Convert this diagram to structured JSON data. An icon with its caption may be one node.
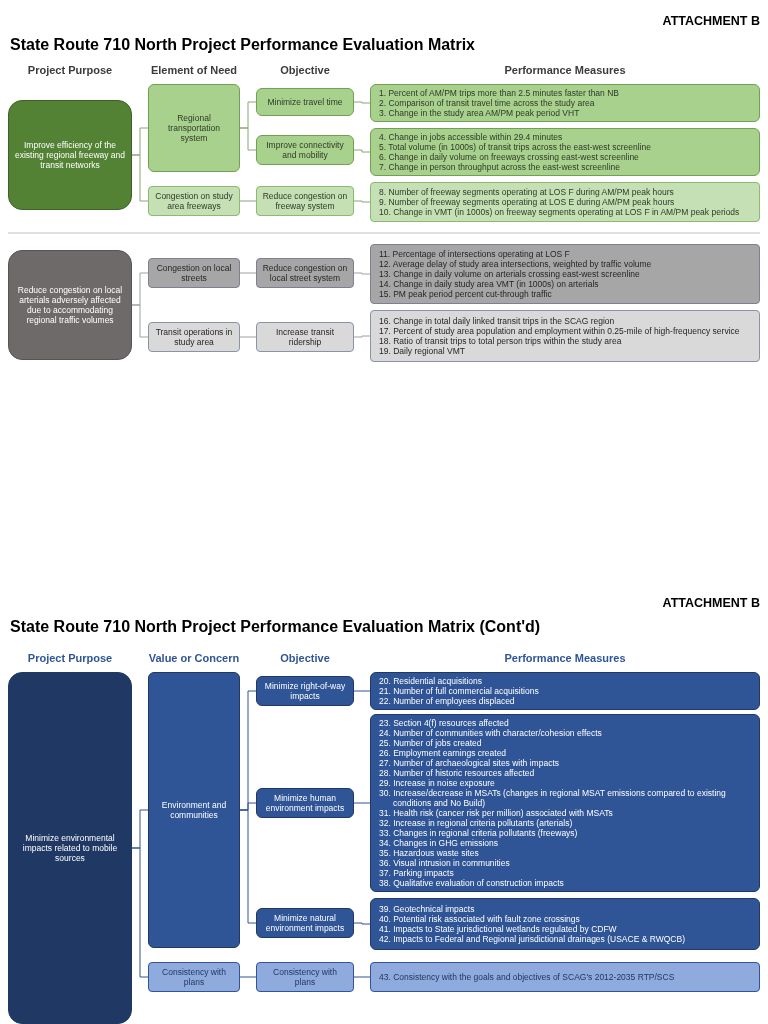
{
  "diagram": {
    "title": "State Route 710 North Project Performance Evaluation Matrix",
    "nodes": [
      {
        "text": [
          "Improve efficiency of the existing regional freeway and transit networks"
        ]
      },
      {
        "text": [
          "Regional transportation system"
        ]
      },
      {
        "text": [
          "Congestion on study area freeways"
        ]
      },
      {
        "text": [
          "Minimize travel time"
        ]
      },
      {
        "text": [
          "Improve connectivity and mobility"
        ]
      },
      {
        "text": [
          "Reduce congestion on freeway system"
        ]
      },
      {
        "text": [
          "1. Percent of AM/PM trips more than 2.5 minutes faster than NB",
          "2. Comparison of transit travel time across the study area",
          "3. Change in the study area AM/PM peak period VHT"
        ]
      },
      {
        "text": [
          "4. Change in jobs accessible within 29.4 minutes",
          "5. Total volume (in 1000s) of transit trips across the east-west screenline",
          "6. Change in daily volume on freeways crossing east-west screenline",
          "7. Change in person throughput across the east-west screenline"
        ]
      },
      {
        "text": [
          "8. Number of freeway segments operating at LOS F during AM/PM peak hours",
          "9. Number of freeway segments operating at LOS E during AM/PM peak hours",
          "10. Change in VMT (in 1000s) on freeway segments operating at LOS F in AM/PM peak periods"
        ]
      },
      {
        "text": [
          "Reduce congestion on local arterials adversely affected due to accommodating regional traffic volumes"
        ]
      },
      {
        "text": [
          "Congestion on local streets"
        ]
      },
      {
        "text": [
          "Transit operations in study area"
        ]
      },
      {
        "text": [
          "Reduce congestion on local street system"
        ]
      },
      {
        "text": [
          "Increase transit ridership"
        ]
      },
      {
        "text": [
          "11. Percentage of intersections operating at LOS F",
          "12. Average delay of study area intersections, weighted by traffic volume",
          "13. Change in daily volume on arterials crossing east-west screenline",
          "14. Change in daily study area VMT (in 1000s) on arterials",
          "15. PM peak period percent cut-through traffic"
        ]
      },
      {
        "text": [
          "16. Change in total daily linked transit trips in the SCAG region",
          "17. Percent of study area population and employment within 0.25-mile of high-frequency service",
          "18. Ratio of transit trips to total person trips within the study area",
          "19. Daily regional VMT"
        ]
      },
      {
        "text": [
          "Minimize environmental impacts related to mobile sources"
        ]
      },
      {
        "text": [
          "Environment and communities"
        ]
      },
      {
        "text": [
          "Consistency with plans"
        ]
      },
      {
        "text": [
          "Minimize right-of-way impacts"
        ]
      },
      {
        "text": [
          "Minimize human environment impacts"
        ]
      },
      {
        "text": [
          "Minimize natural environment impacts"
        ]
      },
      {
        "text": [
          "Consistency with plans"
        ]
      },
      {
        "text": [
          "20. Residential acquisitions",
          "21. Number of full commercial acquisitions",
          "22. Number of employees displaced"
        ]
      },
      {
        "text": [
          "23. Section 4(f) resources affected",
          "24. Number of communities with character/cohesion effects",
          "25. Number of jobs created",
          "26. Employment earnings created",
          "27. Number of archaeological sites with impacts",
          "28. Number of historic resources affected",
          "29. Increase in noise exposure",
          "30. Increase/decrease in MSATs (changes in regional MSAT emissions compared to existing conditions and No Build)",
          "31. Health risk (cancer risk per million) associated with MSATs",
          "32. Increase in regional criteria pollutants (arterials)",
          "33. Changes in regional criteria pollutants (freeways)",
          "34. Changes in GHG emissions",
          "35. Hazardous waste sites",
          "36. Visual intrusion in communities",
          "37. Parking impacts",
          "38. Qualitative evaluation of construction impacts"
        ]
      },
      {
        "text": [
          "39. Geotechnical impacts",
          "40. Potential risk associated with fault zone crossings",
          "41. Impacts to State jurisdictional wetlands regulated by CDFW",
          "42. Impacts to Federal and Regional jurisdictional drainages (USACE & RWQCB)"
        ]
      },
      {
        "text": [
          "43. Consistency with the goals and objectives of SCAG's 2012-2035 RTP/SCS"
        ]
      }
    ],
    "edges": [
      {
        "from": 0,
        "to": 1,
        "arrow": "none",
        "color": "#8aa67a"
      },
      {
        "from": 0,
        "to": 2,
        "arrow": "none",
        "color": "#8aa67a"
      },
      {
        "from": 1,
        "to": 3,
        "arrow": "none",
        "color": "#8aa67a"
      },
      {
        "from": 1,
        "to": 4,
        "arrow": "none",
        "color": "#8aa67a"
      },
      {
        "from": 2,
        "to": 5,
        "arrow": "none",
        "color": "#8aa67a"
      },
      {
        "from": 3,
        "to": 6,
        "arrow": "none",
        "color": "#8aa67a"
      },
      {
        "from": 4,
        "to": 7,
        "arrow": "none",
        "color": "#8aa67a"
      },
      {
        "from": 5,
        "to": 8,
        "arrow": "none",
        "color": "#8aa67a"
      },
      {
        "from": 9,
        "to": 10,
        "arrow": "none",
        "color": "#a0a0a0"
      },
      {
        "from": 9,
        "to": 11,
        "arrow": "none",
        "color": "#a0a0a0"
      },
      {
        "from": 10,
        "to": 12,
        "arrow": "none",
        "color": "#a0a0a0"
      },
      {
        "from": 11,
        "to": 13,
        "arrow": "none",
        "color": "#a0a0a0"
      },
      {
        "from": 12,
        "to": 14,
        "arrow": "none",
        "color": "#a0a0a0"
      },
      {
        "from": 13,
        "to": 15,
        "arrow": "none",
        "color": "#a0a0a0"
      },
      {
        "from": 16,
        "to": 17,
        "arrow": "none"
      },
      {
        "from": 16,
        "to": 18,
        "arrow": "none"
      },
      {
        "from": 17,
        "to": 19,
        "arrow": "none"
      },
      {
        "from": 17,
        "to": 20,
        "arrow": "none"
      },
      {
        "from": 17,
        "to": 21,
        "arrow": "none"
      },
      {
        "from": 18,
        "to": 22,
        "arrow": "none"
      },
      {
        "from": 19,
        "to": 23,
        "arrow": "none"
      },
      {
        "from": 20,
        "to": 24,
        "arrow": "none"
      },
      {
        "from": 21,
        "to": 25,
        "arrow": "none"
      },
      {
        "from": 22,
        "to": 26,
        "arrow": "none"
      }
    ],
    "labels": [
      "ATTACHMENT B",
      "Project Purpose",
      "Element of Need",
      "Objective",
      "Performance Measures",
      "ATTACHMENT B",
      "State Route 710 North Project Performance Evaluation Matrix (Cont'd)",
      "Project Purpose",
      "Value or Concern",
      "Objective",
      "Performance Measures"
    ]
  }
}
